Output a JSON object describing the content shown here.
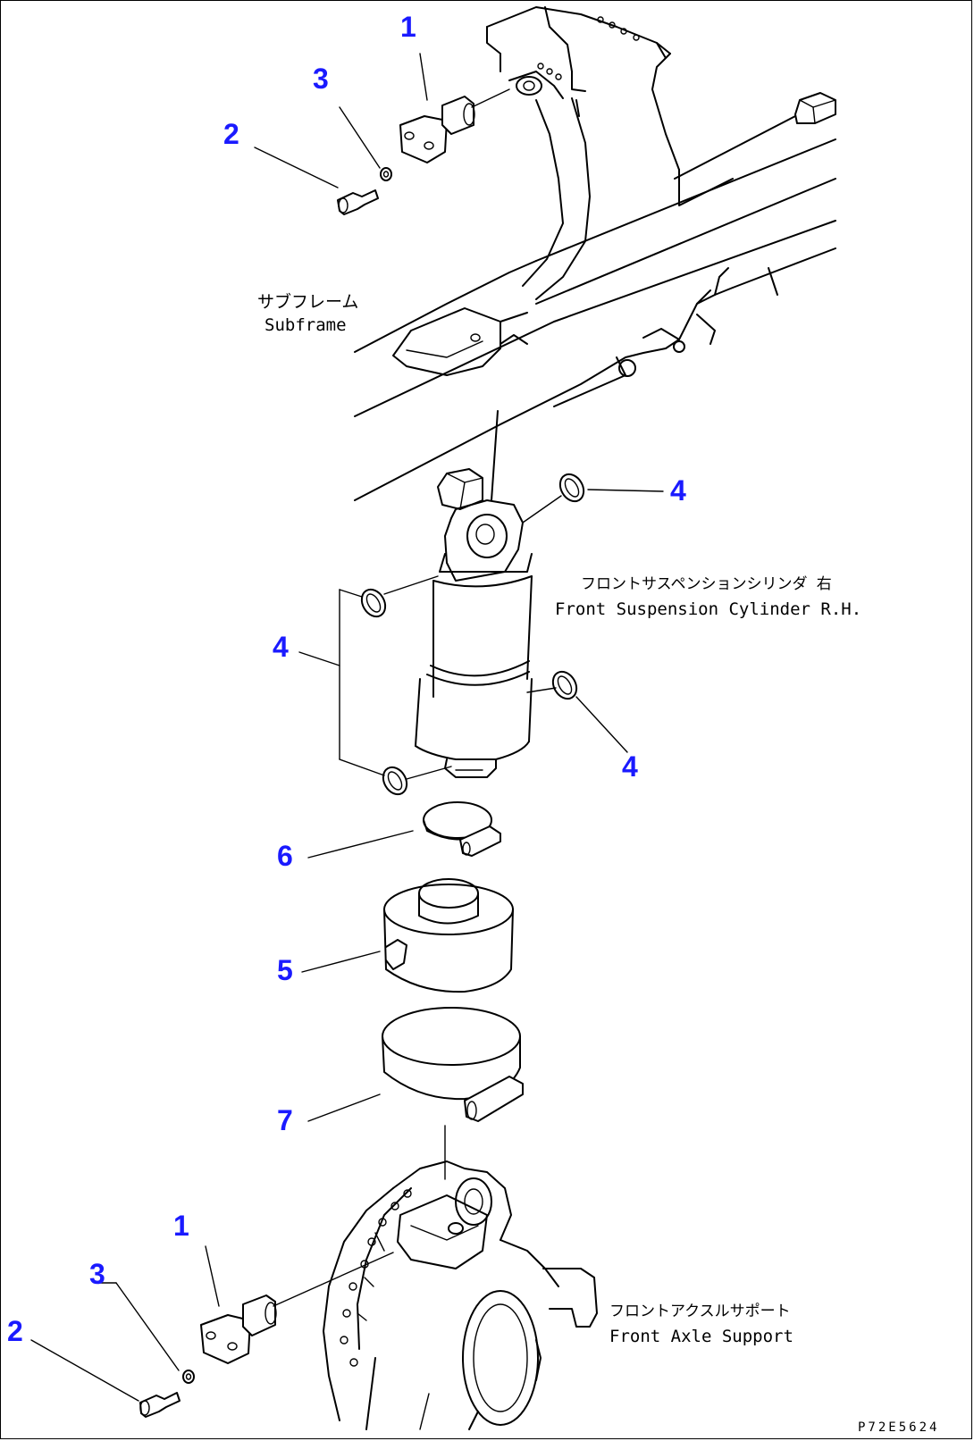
{
  "colors": {
    "callout": "#1a1aff",
    "line": "#000000",
    "background": "#ffffff"
  },
  "callouts": {
    "top_1": "1",
    "top_2": "2",
    "top_3": "3",
    "upper_right_4": "4",
    "left_4": "4",
    "lower_right_4": "4",
    "clamp_6": "6",
    "cover_5": "5",
    "band_7": "7",
    "bottom_1": "1",
    "bottom_2": "2",
    "bottom_3": "3"
  },
  "labels": {
    "subframe_jp": "サブフレーム",
    "subframe_en": "Subframe",
    "cylinder_jp": "フロントサスペンションシリンダ 右",
    "cylinder_en": "Front Suspension Cylinder R.H.",
    "axle_support_jp": "フロントアクスルサポート",
    "axle_support_en": "Front Axle Support"
  },
  "drawing_code": "P72E5624"
}
